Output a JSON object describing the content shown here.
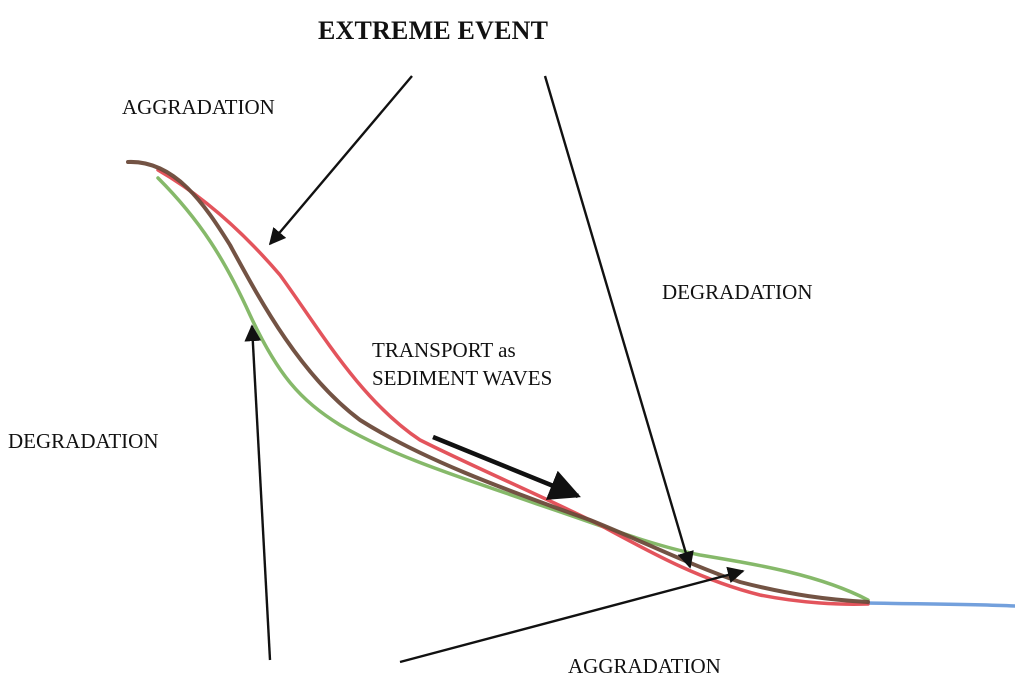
{
  "labels": {
    "title": "EXTREME EVENT",
    "aggradation_upper": "AGGRADATION",
    "degradation_right": "DEGRADATION",
    "degradation_left": "DEGRADATION",
    "transport_line1": "TRANSPORT as",
    "transport_line2": "SEDIMENT WAVES",
    "aggradation_lower": "AGGRADATION"
  },
  "profiles": [
    {
      "key": "original_bed",
      "color": "#6b4a3a"
    },
    {
      "key": "aggraded_bed",
      "color": "#e0414a"
    },
    {
      "key": "degraded_bed",
      "color": "#79b15a"
    },
    {
      "key": "downstream_water",
      "color": "#5b8fd6"
    }
  ],
  "arrow_color": "#111111"
}
